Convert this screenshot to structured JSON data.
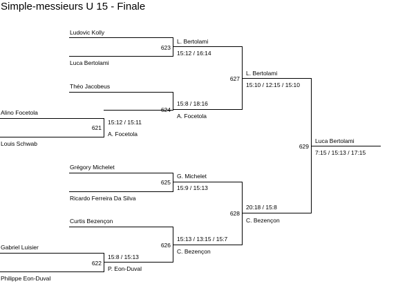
{
  "title": "Simple-messieurs U 15 - Finale",
  "matches": {
    "m623": {
      "number": "623",
      "top": "Ludovic Kolly",
      "bottom": "Luca Bertolami",
      "winner": "L. Bertolami",
      "score": "15:12 / 16:14"
    },
    "m624": {
      "number": "624",
      "top": "Théo Jacobeus",
      "bottom": "A. Focetola",
      "winner": "A. Focetola",
      "score": "15:8 / 18:16"
    },
    "m621": {
      "number": "621",
      "top": "Alino Focetola",
      "bottom": "Louis Schwab",
      "winner": "A. Focetola",
      "score": "15:12 / 15:11"
    },
    "m627": {
      "number": "627",
      "winner": "L. Bertolami",
      "score": "15:10 / 12:15 / 15:10"
    },
    "m625": {
      "number": "625",
      "top": "Grégory Michelet",
      "bottom": "Ricardo Ferreira Da Silva",
      "winner": "G. Michelet",
      "score": "15:9 / 15:13"
    },
    "m626": {
      "number": "626",
      "top": "Curtis Bezençon",
      "bottom": "P. Eon-Duval",
      "winner": "C. Bezençon",
      "score": "15:13 / 13:15 / 15:7"
    },
    "m622": {
      "number": "622",
      "top": "Gabriel Luisier",
      "bottom": "Philippe Eon-Duval",
      "winner": "P. Eon-Duval",
      "score": "15:8 / 15:13"
    },
    "m628": {
      "number": "628",
      "winner": "C. Bezençon",
      "score": "20:18 / 15:8"
    },
    "m629": {
      "number": "629",
      "winner": "Luca Bertolami",
      "score": "7:15 / 15:13 / 17:15"
    }
  }
}
